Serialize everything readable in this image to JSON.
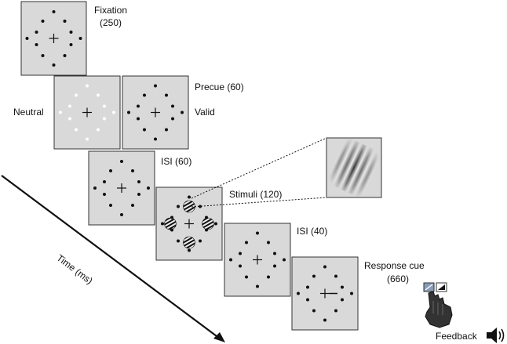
{
  "frames": [
    {
      "id": "fixation",
      "dots": "black",
      "labels": [
        "Fixation",
        "(250)"
      ]
    },
    {
      "id": "precue-neutral",
      "dots": "white",
      "side_label": "Neutral"
    },
    {
      "id": "precue-valid",
      "dots": "black-cued",
      "labels": [
        "Precue (60)"
      ],
      "side_label": "Valid"
    },
    {
      "id": "isi1",
      "dots": "black",
      "labels": [
        "ISI (60)"
      ]
    },
    {
      "id": "stimuli",
      "dots": "black-gabors",
      "labels": [
        "Stimuli (120)"
      ]
    },
    {
      "id": "isi2",
      "dots": "black",
      "labels": [
        "ISI (40)"
      ]
    },
    {
      "id": "response-cue",
      "dots": "black-response",
      "labels": [
        "Response cue",
        "(660)"
      ]
    }
  ],
  "time_axis": {
    "label": "Time (ms)"
  },
  "feedback": {
    "label": "Feedback"
  },
  "icons": [
    "fixation-cross-icon",
    "gabor-patch-icon",
    "hand-keypress-icon",
    "speaker-icon"
  ],
  "colors": {
    "frame_fill": "#d9d9d9",
    "frame_border": "#333333",
    "dot": "#111111",
    "cue_dot": "#ffffff"
  }
}
